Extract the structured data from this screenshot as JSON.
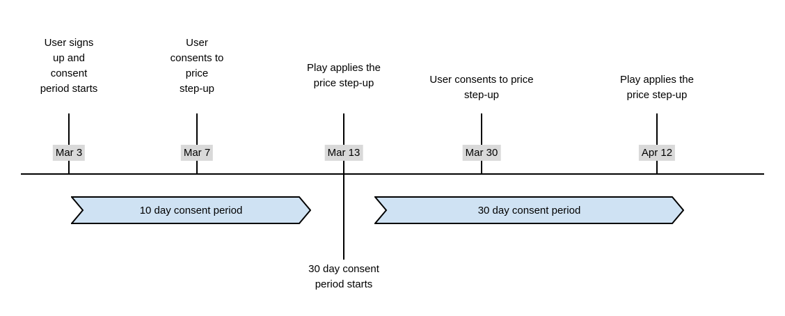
{
  "diagram": {
    "events": [
      {
        "label": "User signs\nup and\nconsent\nperiod starts",
        "date": "Mar 3"
      },
      {
        "label": "User\nconsents to\nprice\nstep-up",
        "date": "Mar 7"
      },
      {
        "label": "Play applies the\nprice step-up",
        "date": "Mar 13",
        "note": "30 day consent\nperiod starts"
      },
      {
        "label": "User consents to price\nstep-up",
        "date": "Mar 30"
      },
      {
        "label": "Play applies the\nprice step-up",
        "date": "Apr 12"
      }
    ],
    "periods": [
      {
        "label": "10 day consent period"
      },
      {
        "label": "30 day consent period"
      }
    ],
    "colors": {
      "period_fill": "#cfe2f3",
      "period_border": "#000000",
      "date_badge_background": "#d9d9d9",
      "axis_line": "#000000",
      "text": "#000000"
    }
  }
}
